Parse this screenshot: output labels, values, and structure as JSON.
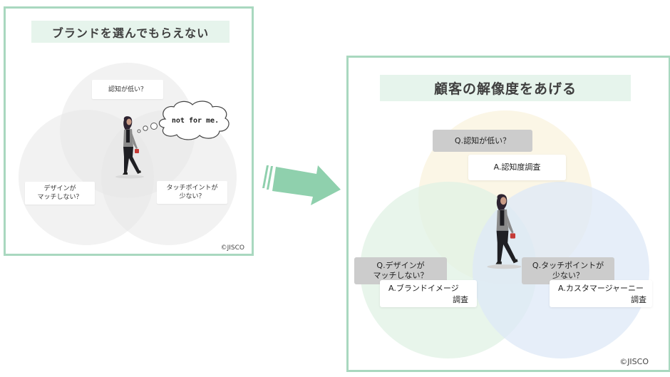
{
  "left_panel": {
    "title": "ブランドを選んでもらえない",
    "labels": {
      "top": "認知が低い？",
      "left": "デザインが\nマッチしない？",
      "right": "タッチポイントが\n少ない？"
    },
    "thought_bubble": "not for me.",
    "credit": "©JISCO"
  },
  "arrow": {
    "direction": "right",
    "color": "#8fd0ad"
  },
  "right_panel": {
    "title": "顧客の解像度をあげる",
    "questions": {
      "top": "Q.認知が低い？",
      "left": "Q.デザインが\nマッチしない？",
      "right": "Q.タッチポイントが\n少ない？"
    },
    "answers": {
      "top": "A.認知度調査",
      "left_line1": "A.ブランドイメージ",
      "left_line2": "調査",
      "right_line1": "A.カスタマージャーニー",
      "right_line2": "調査"
    },
    "circle_colors": {
      "top": "#fbf6e4",
      "left": "#e8f5ea",
      "right": "#e6eef8"
    },
    "credit": "©JISCO"
  }
}
